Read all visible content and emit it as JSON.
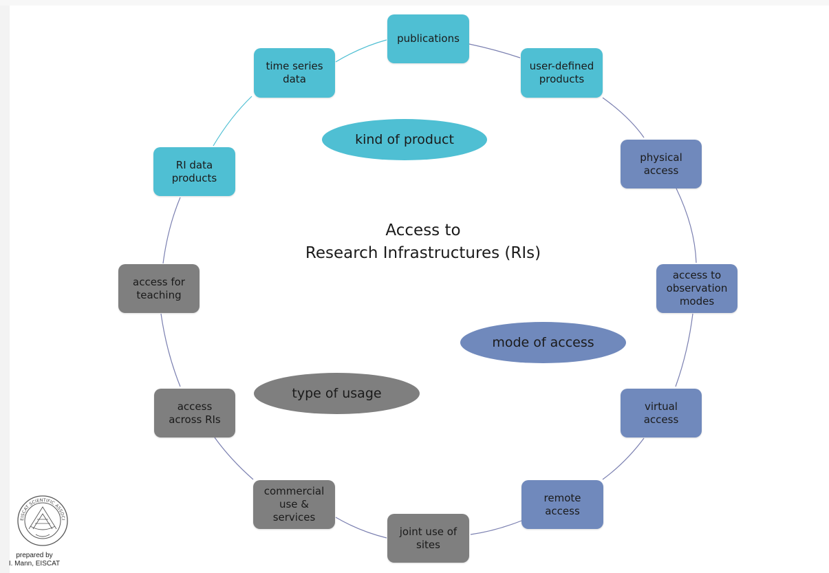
{
  "center_title": {
    "line1": "Access to",
    "line2": "Research Infrastructures (RIs)"
  },
  "categories": {
    "product": {
      "label": "kind of product",
      "color": "#4fbfd3"
    },
    "access": {
      "label": "mode of access",
      "color": "#7089bc"
    },
    "usage": {
      "label": "type of usage",
      "color": "#7f7f7f"
    }
  },
  "nodes": {
    "publications": "publications",
    "user_defined_products": "user-defined\nproducts",
    "physical_access": "physical\naccess",
    "access_to_observation_modes": "access to\nobservation\nmodes",
    "virtual_access": "virtual\naccess",
    "remote_access": "remote\naccess",
    "joint_use_of_sites": "joint  use of\nsites",
    "commercial_use_services": "commercial\nuse &\nservices",
    "access_across_ris": "access\nacross RIs",
    "access_for_teaching": "access for\nteaching",
    "ri_data_products": "RI data\nproducts",
    "time_series_data": "time series\ndata"
  },
  "edges": {
    "cyan": "#4fbfd3",
    "blue": "#7089bc"
  },
  "logo": {
    "name": "EISCAT SCIENTIFIC ASSOCIATION"
  },
  "credit": {
    "line1": "prepared by",
    "line2": "I. Mann, EISCAT"
  }
}
